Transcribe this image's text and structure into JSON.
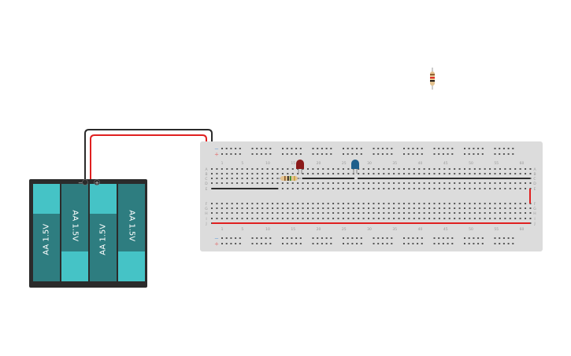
{
  "battery": {
    "cells": [
      {
        "label": "AA 1.5V",
        "orientation": "up"
      },
      {
        "label": "AA 1.5V",
        "orientation": "down"
      },
      {
        "label": "AA 1.5V",
        "orientation": "up"
      },
      {
        "label": "AA 1.5V",
        "orientation": "down"
      }
    ],
    "negative_symbol": "−",
    "positive_symbol": "+"
  },
  "breadboard": {
    "rows_top": [
      "A",
      "B",
      "C",
      "D",
      "E"
    ],
    "rows_bottom": [
      "F",
      "G",
      "H",
      "I",
      "J"
    ],
    "column_labels": [
      "1",
      "5",
      "10",
      "15",
      "20",
      "25",
      "30",
      "35",
      "40",
      "45",
      "50",
      "55",
      "60"
    ],
    "rail_minus": "−",
    "rail_plus": "+"
  },
  "components": {
    "led_red_color": "#8b1a1a",
    "led_blue_color": "#1f5f8b",
    "wire_black": "#2b2b2b",
    "wire_red": "#e02020"
  }
}
